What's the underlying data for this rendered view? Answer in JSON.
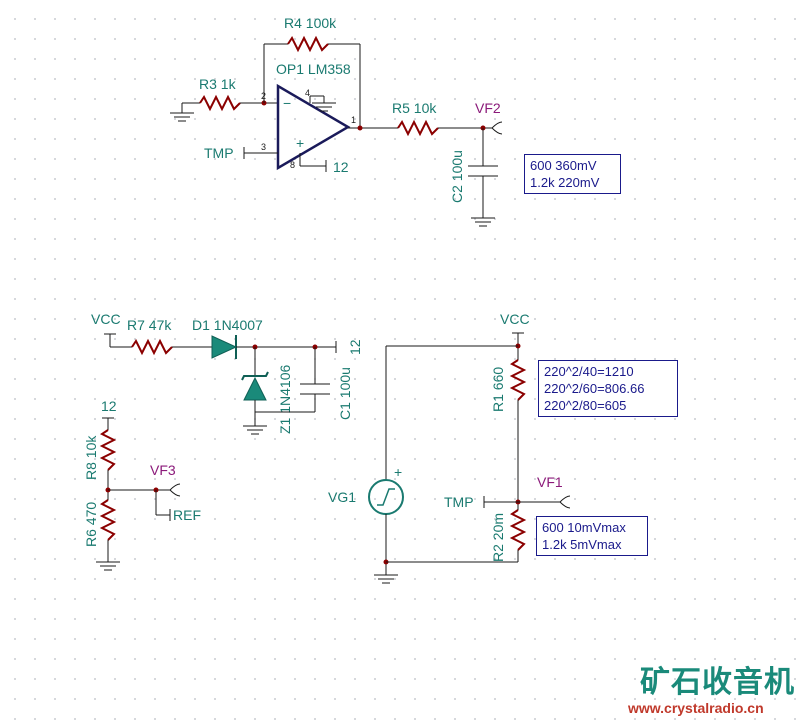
{
  "opamp_section": {
    "r4_label": "R4 100k",
    "opamp_label": "OP1 LM358",
    "r3_label": "R3 1k",
    "r5_label": "R5 10k",
    "probe_vf2": "VF2",
    "tmp_label": "TMP",
    "supply_label": "12",
    "c2_label": "C2 100u",
    "pin2": "2",
    "pin3": "3",
    "pin4": "4",
    "pin8": "8",
    "pin1": "1",
    "minus": "−",
    "plus": "+"
  },
  "note_vf2": {
    "line1": "600 360mV",
    "line2": "1.2k 220mV"
  },
  "supply_section": {
    "vcc_label": "VCC",
    "r7_label": "R7 47k",
    "d1_label": "D1 1N4007",
    "supply_label": "12",
    "z1_label": "Z1 1N4106",
    "c1_label": "C1 100u"
  },
  "divider_section": {
    "supply_label": "12",
    "r8_label": "R8 10k",
    "r6_label": "R6 470",
    "probe_vf3": "VF3",
    "ref_label": "REF"
  },
  "sense_section": {
    "vcc_label": "VCC",
    "r1_label": "R1 660",
    "vg1_label": "VG1",
    "tmp_label": "TMP",
    "probe_vf1": "VF1",
    "r2_label": "R2 20m",
    "plus": "+"
  },
  "note_r1": {
    "line1": "220^2/40=1210",
    "line2": "220^2/60=806.66",
    "line3": "220^2/80=605"
  },
  "note_vf1": {
    "line1": "600 10mVmax",
    "line2": "1.2k 5mVmax"
  },
  "watermark": {
    "cn": "矿石收音机",
    "url": "www.crystalradio.cn"
  }
}
